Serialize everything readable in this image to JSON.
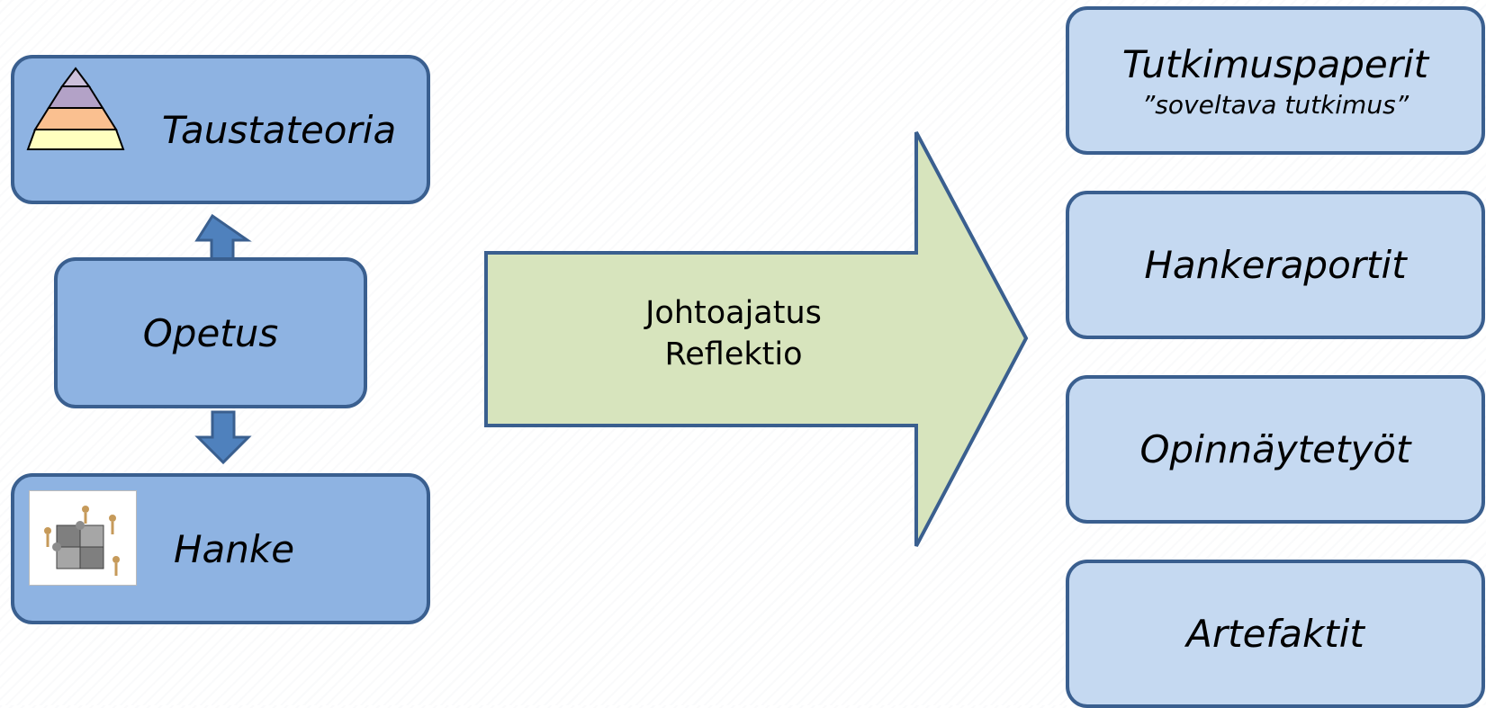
{
  "left_column": {
    "theory_label": "Taustateoria",
    "teaching_label": "Opetus",
    "project_label": "Hanke"
  },
  "center_arrow": {
    "line1": "Johtoajatus",
    "line2": "Reflektio"
  },
  "outputs": [
    {
      "label": "Tutkimuspaperit",
      "sublabel": "”soveltava tutkimus”"
    },
    {
      "label": "Hankeraportit"
    },
    {
      "label": "Opinnäytetyöt"
    },
    {
      "label": "Artefaktit"
    }
  ],
  "colors": {
    "left_box_fill": "#8eb3e2",
    "right_box_fill": "#c5d9f1",
    "box_border": "#3a5f8f",
    "arrow_fill": "#d7e4bd",
    "double_arrow_fill": "#4f81bd"
  },
  "icons": {
    "theory": "pyramid-icon",
    "project": "puzzle-people-icon"
  }
}
